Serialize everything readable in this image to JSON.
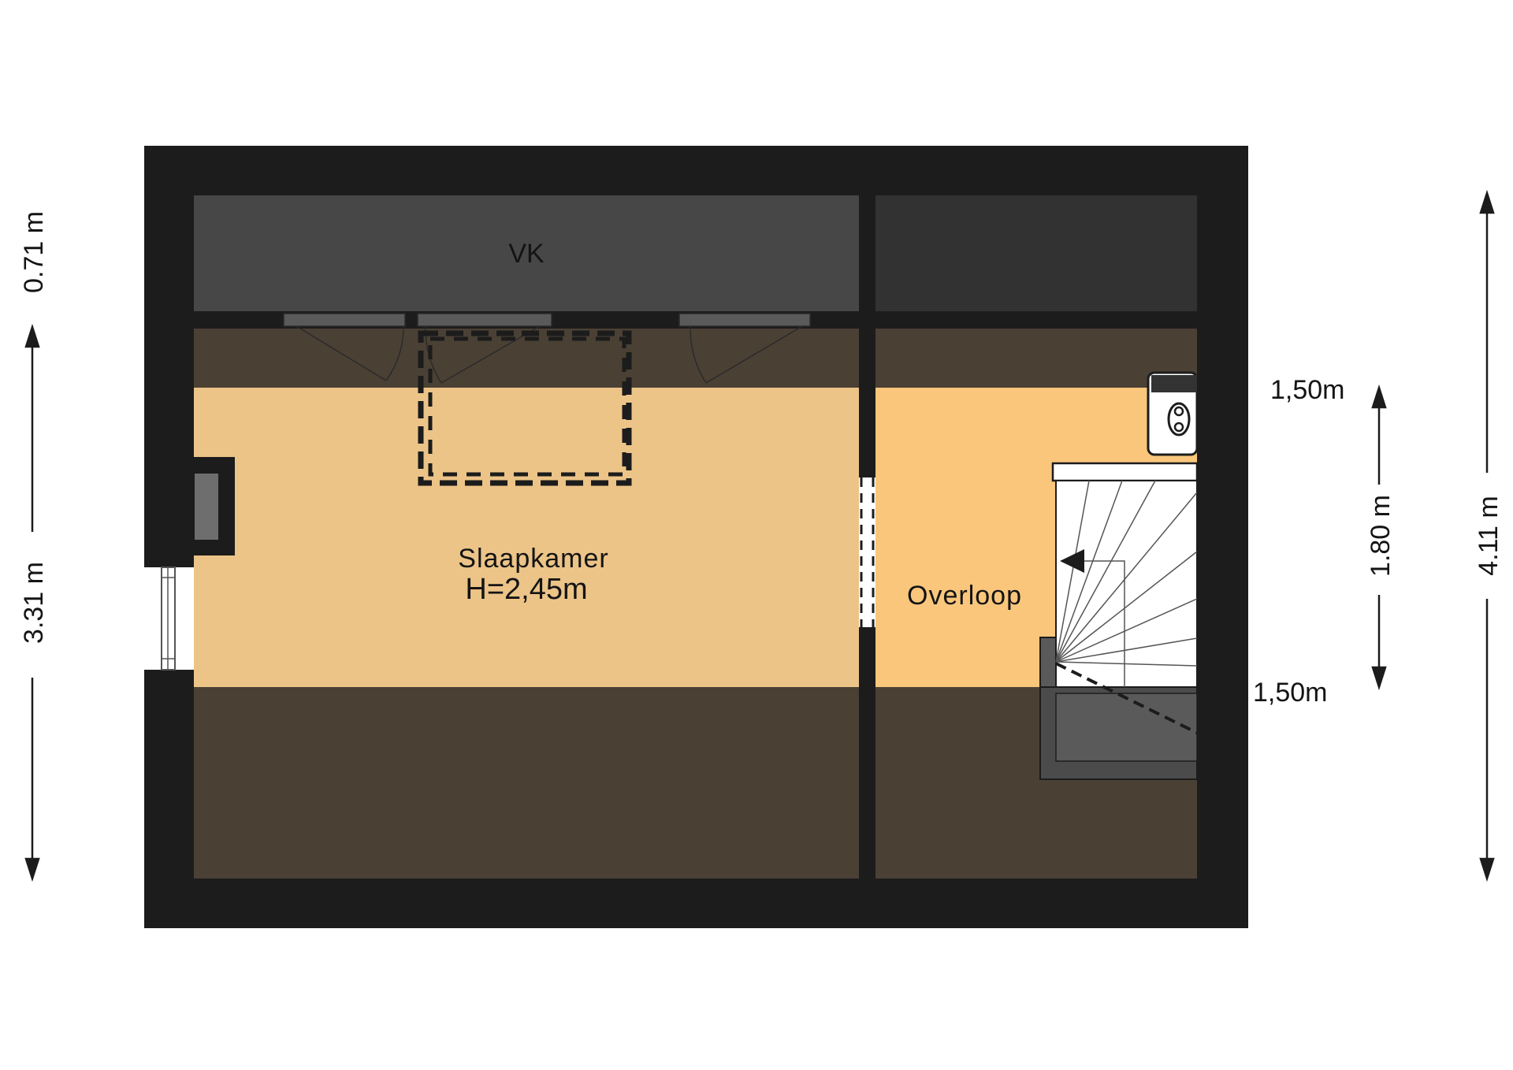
{
  "rooms": {
    "storage": "VK",
    "bedroom": "Slaapkamer",
    "bedroom_height": "H=2,45m",
    "landing": "Overloop"
  },
  "dimensions": {
    "left_top": "0.71 m",
    "left_bottom": "3.31 m",
    "right_inner": "1.80 m",
    "right_outer": "4.11 m",
    "knee_top": "1,50m",
    "knee_bottom": "1,50m"
  },
  "colors": {
    "wall": "#1c1c1c",
    "bedroom_floor": "#ecc488",
    "landing_floor": "#f9c67c",
    "low_ceiling_zone": "#4a4034",
    "storage_left": "#474747",
    "storage_right": "#323232"
  }
}
